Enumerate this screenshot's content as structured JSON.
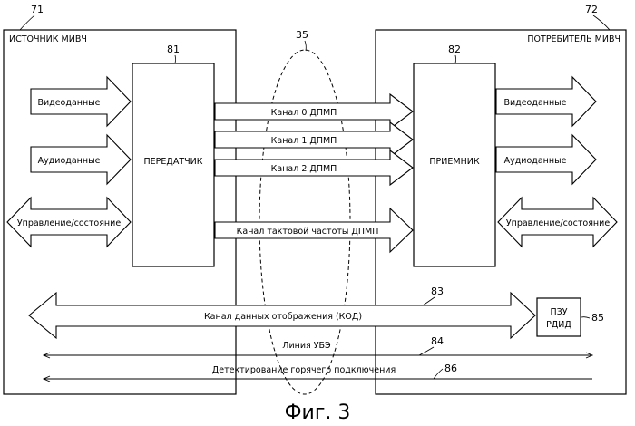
{
  "figure_caption": "Фиг. 3",
  "source": {
    "label": "ИСТОЧНИК МИВЧ",
    "ref": "71"
  },
  "sink": {
    "label": "ПОТРЕБИТЕЛЬ МИВЧ",
    "ref": "72"
  },
  "transmitter": {
    "label": "ПЕРЕДАТЧИК",
    "ref": "81"
  },
  "receiver": {
    "label": "ПРИЕМНИК",
    "ref": "82"
  },
  "cable": {
    "ref": "35"
  },
  "source_signals": {
    "video": "Видеоданные",
    "audio": "Аудиоданные",
    "control": "Управление/состояние"
  },
  "sink_signals": {
    "video": "Видеоданные",
    "audio": "Аудиоданные",
    "control": "Управление/состояние"
  },
  "channels": {
    "ch0": "Канал 0 ДПМП",
    "ch1": "Канал 1 ДПМП",
    "ch2": "Канал 2 ДПМП",
    "clock": "Канал тактовой частоты ДПМП"
  },
  "ddc": {
    "label": "Канал данных отображения (КОД)",
    "ref": "83"
  },
  "eeprom": {
    "line1": "ПЗУ",
    "line2": "РДИД",
    "ref": "85"
  },
  "cec": {
    "label": "Линия УБЭ",
    "ref": "84"
  },
  "hpd": {
    "label": "Детектирование горячего подключения",
    "ref": "86"
  }
}
